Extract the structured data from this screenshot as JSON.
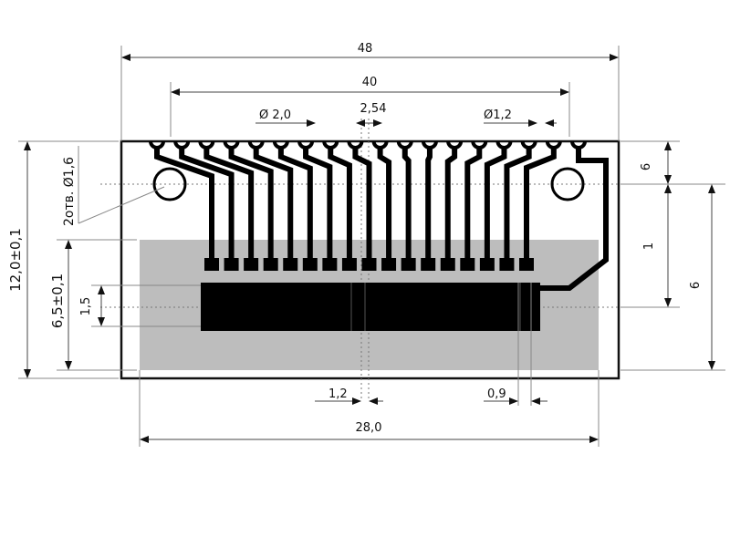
{
  "dimensions": {
    "overall_width": "48",
    "pad_span": "40",
    "pad_diameter": "Ø 2,0",
    "pitch": "2,54",
    "small_diameter": "Ø1,2",
    "height": "12,0±0,1",
    "holes": "2отв. Ø1,6",
    "window_height": "6,5±0,1",
    "contact_height": "1,5",
    "right_top": "6",
    "right_mid": "1",
    "right_total": "6",
    "contact_width": "1,2",
    "gap": "0,9",
    "window_width": "28,0"
  },
  "pads": {
    "top_count": 18,
    "bottom_count": 17
  }
}
